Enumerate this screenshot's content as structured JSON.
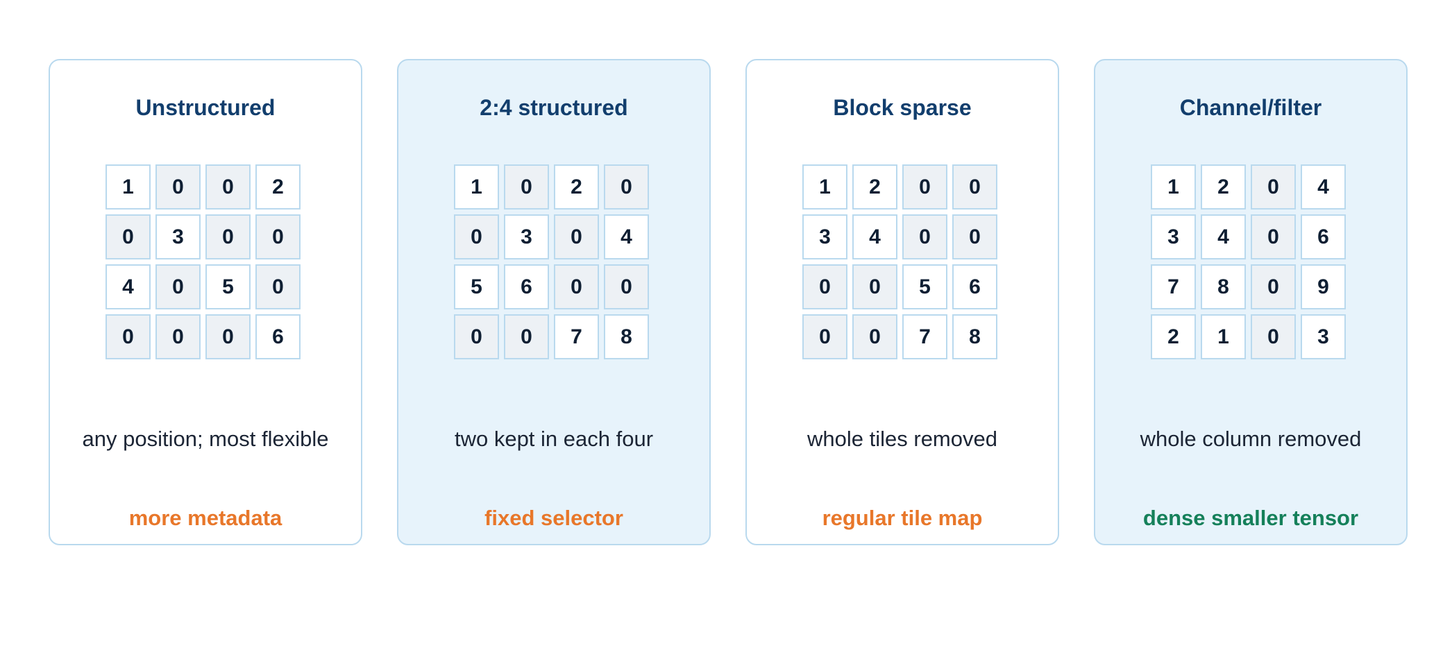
{
  "panels": [
    {
      "title": "Unstructured",
      "grid": [
        [
          "1",
          "0",
          "0",
          "2"
        ],
        [
          "0",
          "3",
          "0",
          "0"
        ],
        [
          "4",
          "0",
          "5",
          "0"
        ],
        [
          "0",
          "0",
          "0",
          "6"
        ]
      ],
      "description": "any position; most flexible",
      "tag": "more metadata",
      "tag_color": "#e8772a"
    },
    {
      "title": "2:4 structured",
      "grid": [
        [
          "1",
          "0",
          "2",
          "0"
        ],
        [
          "0",
          "3",
          "0",
          "4"
        ],
        [
          "5",
          "6",
          "0",
          "0"
        ],
        [
          "0",
          "0",
          "7",
          "8"
        ]
      ],
      "description": "two kept in each four",
      "tag": "fixed selector",
      "tag_color": "#e8772a"
    },
    {
      "title": "Block sparse",
      "grid": [
        [
          "1",
          "2",
          "0",
          "0"
        ],
        [
          "3",
          "4",
          "0",
          "0"
        ],
        [
          "0",
          "0",
          "5",
          "6"
        ],
        [
          "0",
          "0",
          "7",
          "8"
        ]
      ],
      "description": "whole tiles removed",
      "tag": "regular tile map",
      "tag_color": "#e8772a"
    },
    {
      "title": "Channel/filter",
      "grid": [
        [
          "1",
          "2",
          "0",
          "4"
        ],
        [
          "3",
          "4",
          "0",
          "6"
        ],
        [
          "7",
          "8",
          "0",
          "9"
        ],
        [
          "2",
          "1",
          "0",
          "3"
        ]
      ],
      "description": "whole column removed",
      "tag": "dense smaller tensor",
      "tag_color": "#15805a"
    }
  ],
  "colors": {
    "title": "#123e6d",
    "border": "#b9d9ee",
    "shaded_panel": "#e7f3fb",
    "zero_cell": "#edf1f5",
    "orange_tag": "#e8772a",
    "green_tag": "#15805a"
  }
}
